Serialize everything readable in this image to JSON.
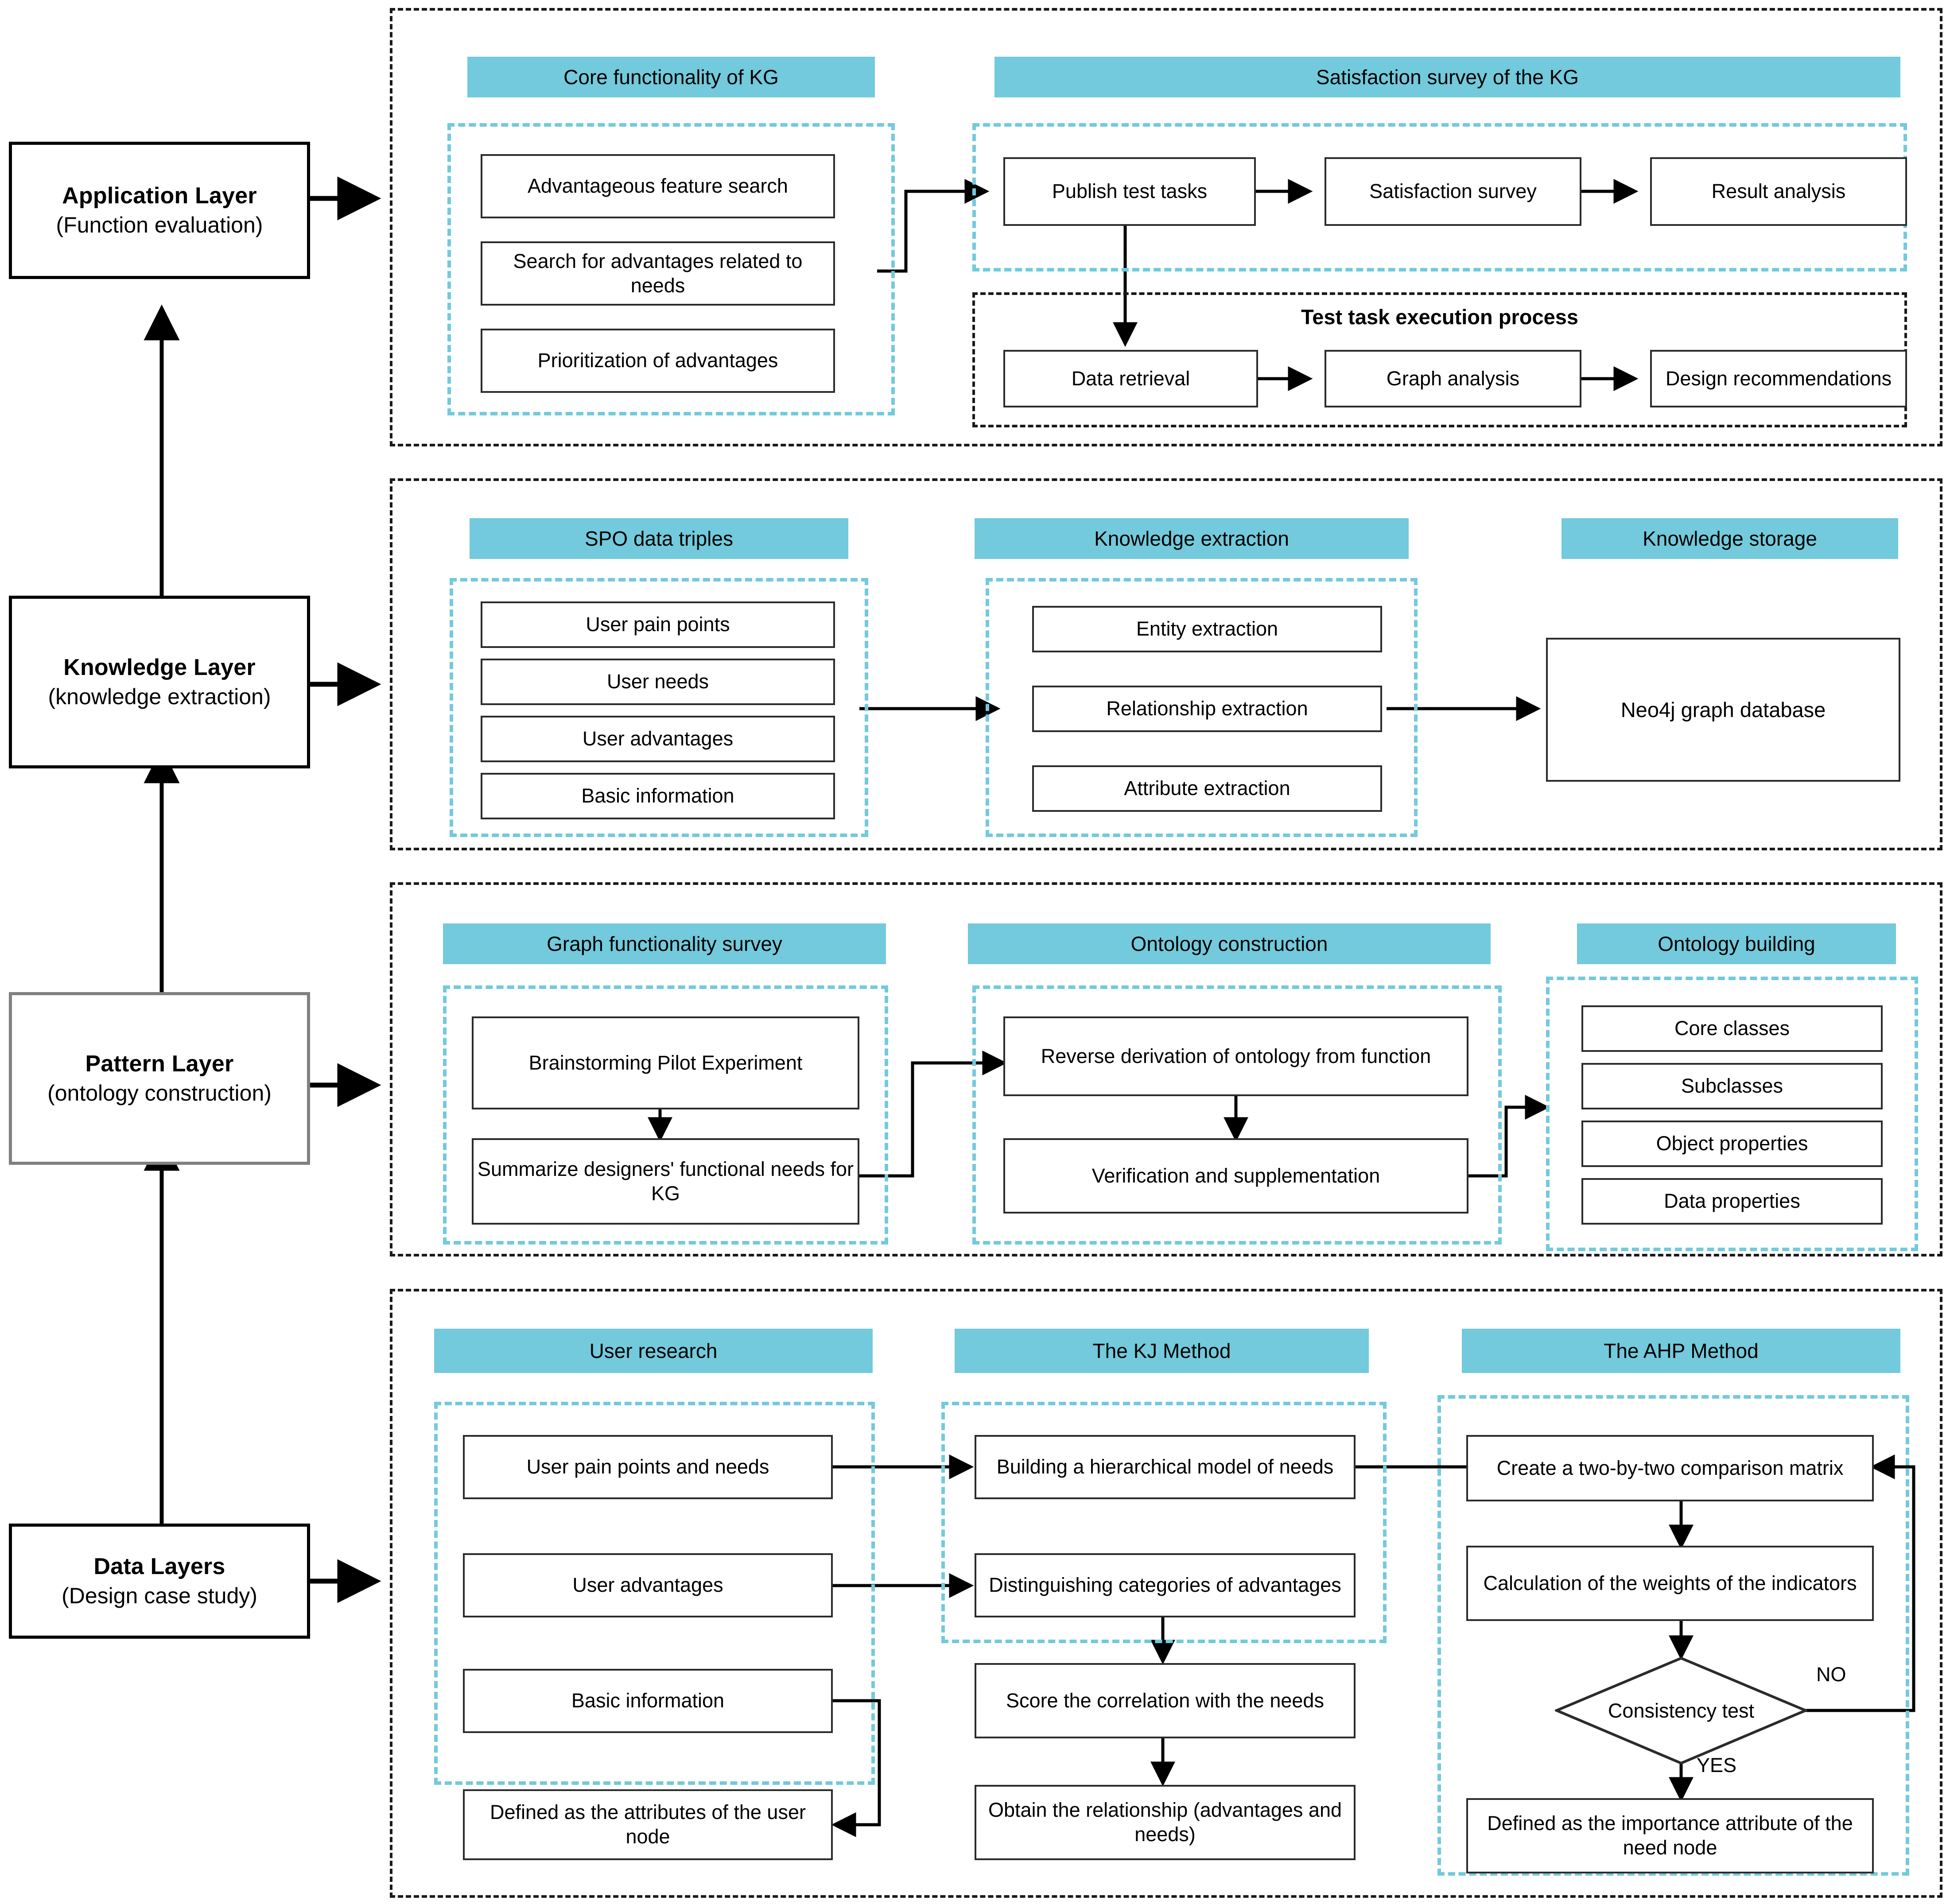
{
  "theme": {
    "accent": "#72cadc",
    "line": "#1a1a1a",
    "box_border": "#2b2b2b"
  },
  "layers": [
    {
      "title": "Application Layer",
      "subtitle": "(Function evaluation)"
    },
    {
      "title": "Knowledge Layer",
      "subtitle": "(knowledge extraction)"
    },
    {
      "title": "Pattern Layer",
      "subtitle": "(ontology construction)"
    },
    {
      "title": "Data Layers",
      "subtitle": "(Design case study)"
    }
  ],
  "application_layer": {
    "core_functionality": {
      "header": "Core functionality of KG",
      "items": [
        "Advantageous feature search",
        "Search for advantages related to needs",
        "Prioritization of advantages"
      ]
    },
    "satisfaction_survey": {
      "header": "Satisfaction survey of the KG",
      "steps": [
        "Publish test tasks",
        "Satisfaction survey",
        "Result analysis"
      ],
      "test_task_process": {
        "title": "Test task execution process",
        "steps": [
          "Data retrieval",
          "Graph analysis",
          "Design recommendations"
        ]
      }
    }
  },
  "knowledge_layer": {
    "spo": {
      "header": "SPO data triples",
      "items": [
        "User pain points",
        "User needs",
        "User advantages",
        "Basic information"
      ]
    },
    "extraction": {
      "header": "Knowledge extraction",
      "items": [
        "Entity extraction",
        "Relationship extraction",
        "Attribute extraction"
      ]
    },
    "storage": {
      "header": "Knowledge storage",
      "items": [
        "Neo4j graph database"
      ]
    }
  },
  "pattern_layer": {
    "graph_survey": {
      "header": "Graph functionality survey",
      "items": [
        "Brainstorming Pilot Experiment",
        "Summarize designers' functional needs for KG"
      ]
    },
    "ontology_construction": {
      "header": "Ontology construction",
      "items": [
        "Reverse derivation of ontology from function",
        "Verification and supplementation"
      ]
    },
    "ontology_building": {
      "header": "Ontology building",
      "items": [
        "Core classes",
        "Subclasses",
        "Object properties",
        "Data properties"
      ]
    }
  },
  "data_layer": {
    "user_research": {
      "header": "User research",
      "items": [
        "User pain points and needs",
        "User advantages",
        "Basic information"
      ],
      "outside_item": "Defined as the attributes of the user node"
    },
    "kj_method": {
      "header": "The KJ Method",
      "grouped_items": [
        "Building a hierarchical model of needs",
        "Distinguishing categories of advantages"
      ],
      "outside_items": [
        "Score the correlation with the needs",
        "Obtain the relationship (advantages and needs)"
      ]
    },
    "ahp_method": {
      "header": "The AHP Method",
      "items": [
        "Create a two-by-two comparison matrix",
        "Calculation of the weights of the indicators"
      ],
      "decision": "Consistency test",
      "decision_branches": {
        "no": "NO",
        "yes": "YES"
      },
      "result": "Defined as the importance attribute of the need node"
    }
  }
}
